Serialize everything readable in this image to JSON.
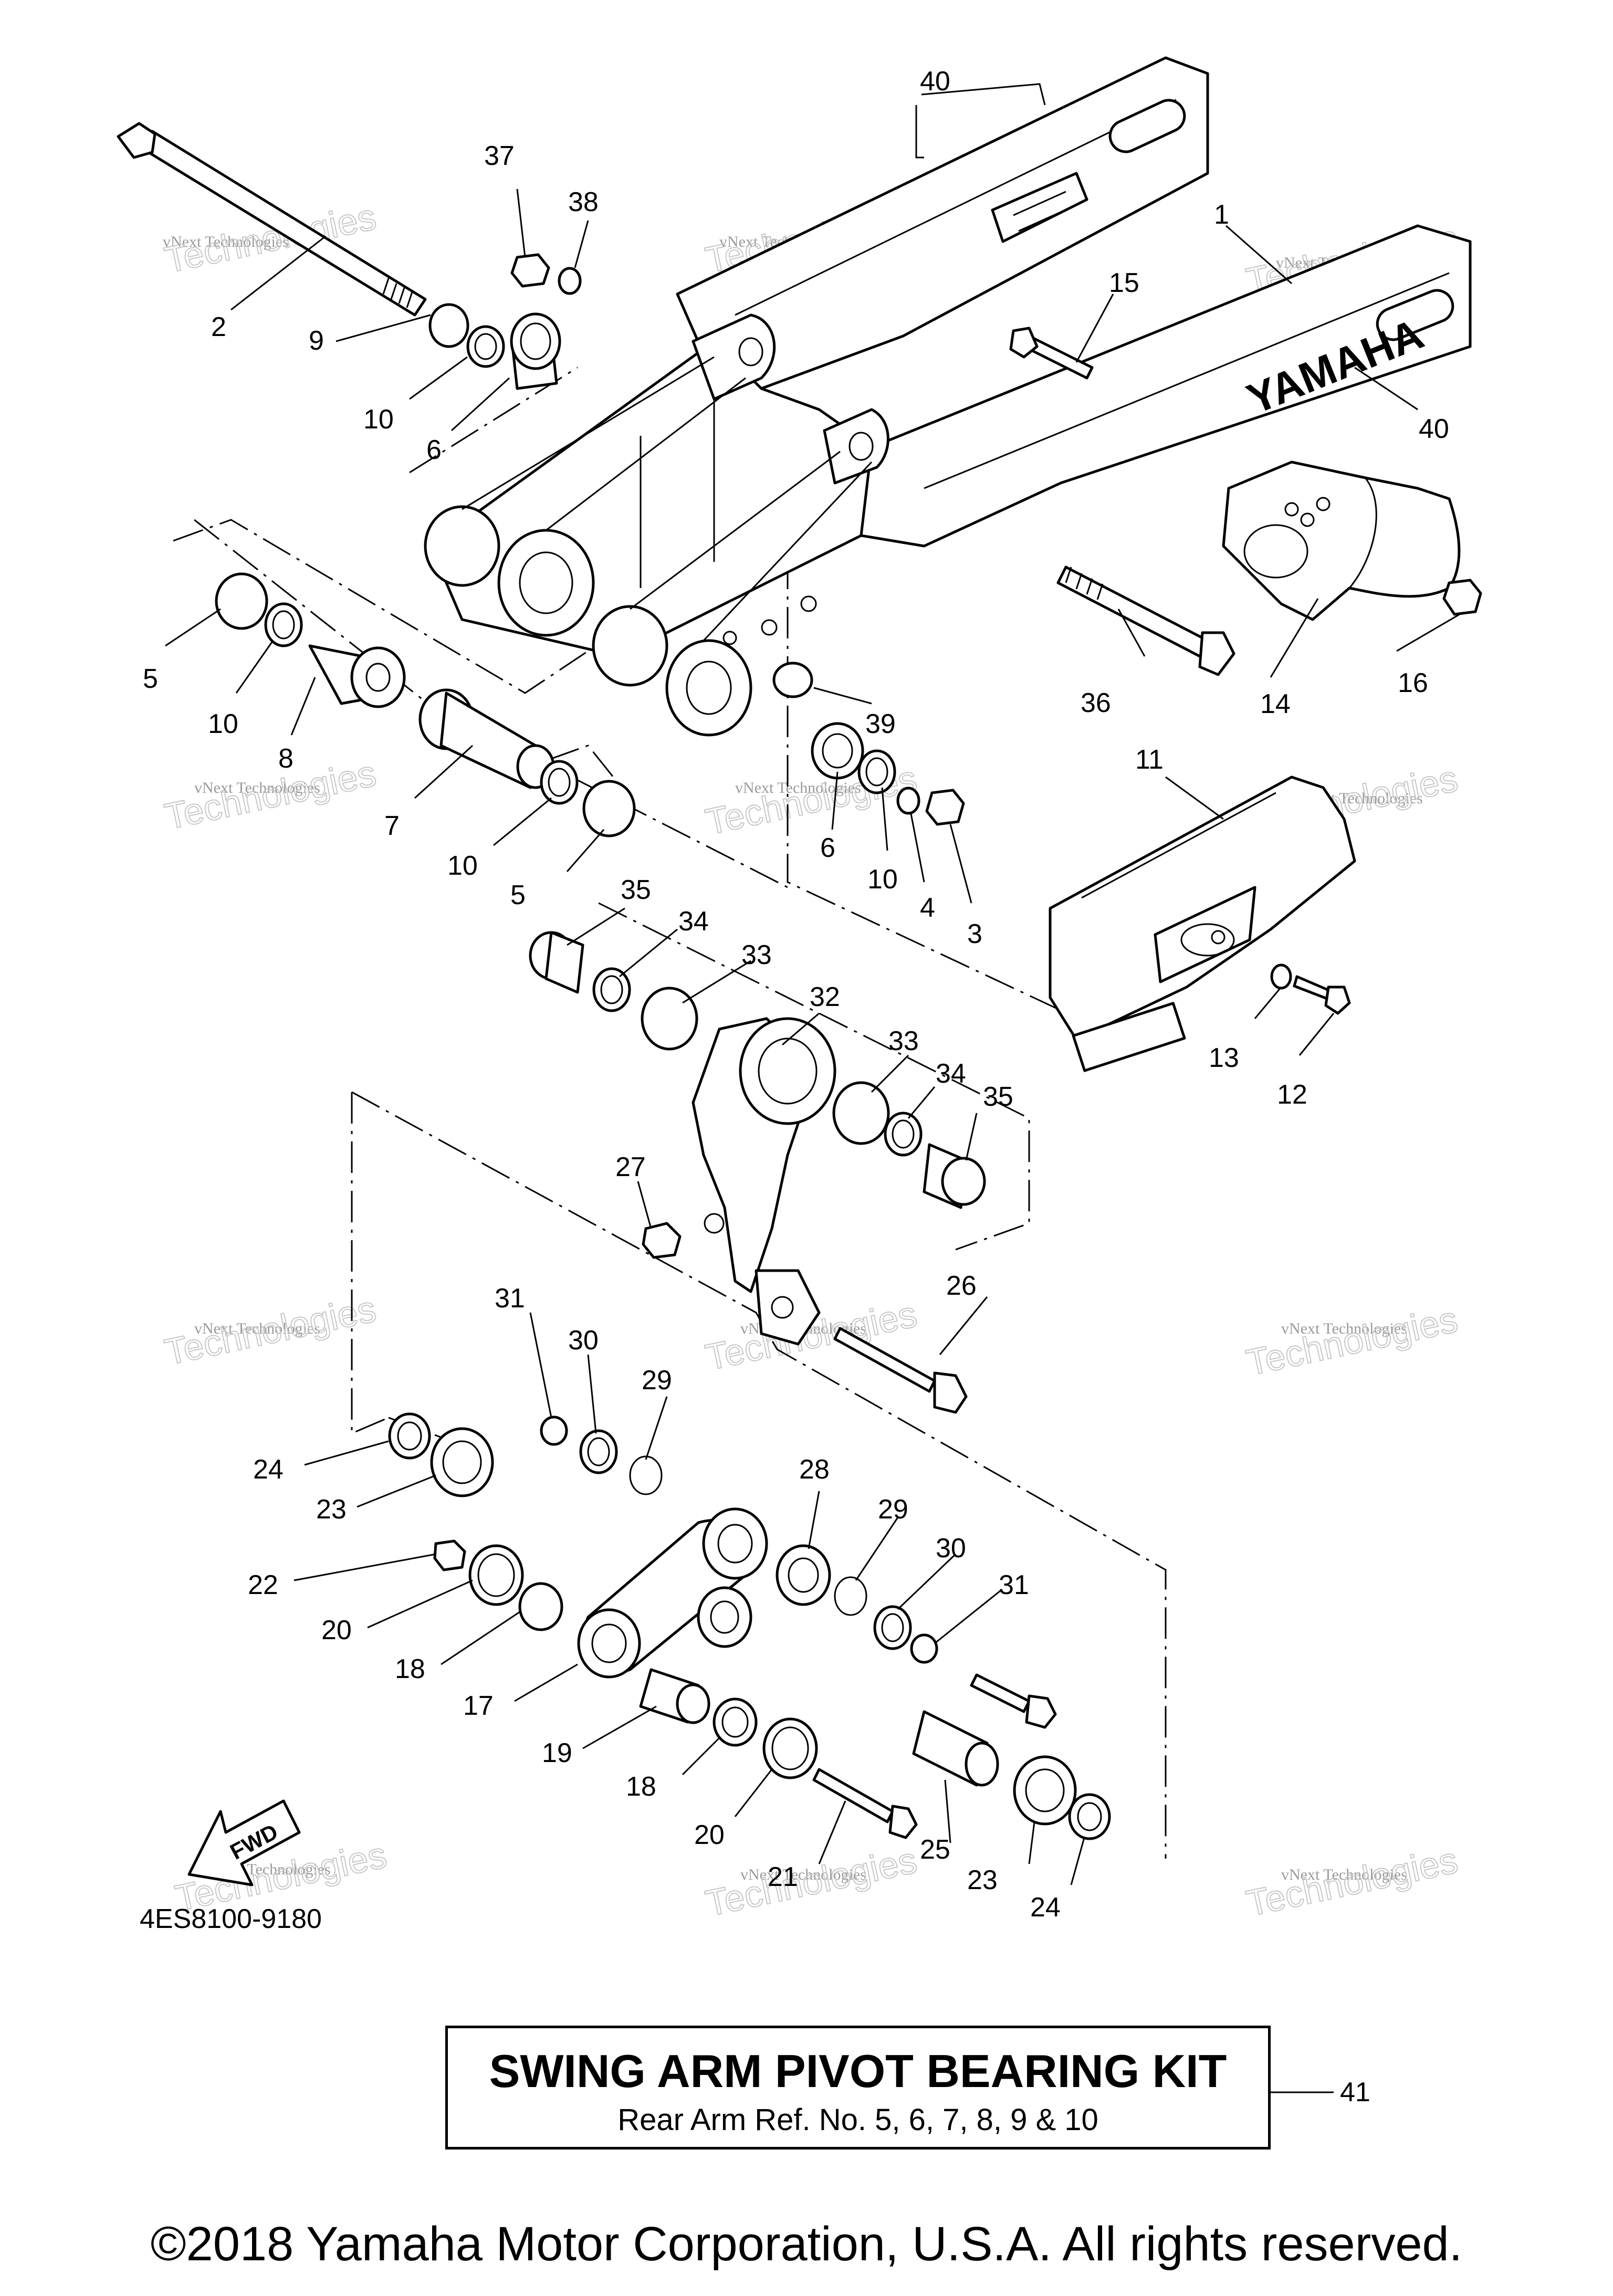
{
  "diagram": {
    "code": "4ES8100-9180",
    "brand_mark": "YAMAHA",
    "fwd_label": "FWD",
    "watermark": {
      "line1": "vNext Technologies",
      "big": "Technologies",
      "small_top": "vNext"
    },
    "kit": {
      "title": "SWING ARM PIVOT BEARING KIT",
      "subtitle": "Rear Arm Ref. No. 5, 6, 7, 8, 9 & 10",
      "ref": "41"
    },
    "copyright": "©2018 Yamaha Motor Corporation, U.S.A. All rights reserved."
  },
  "callouts": [
    {
      "id": "c40a",
      "label": "40"
    },
    {
      "id": "c37",
      "label": "37"
    },
    {
      "id": "c38",
      "label": "38"
    },
    {
      "id": "c1",
      "label": "1"
    },
    {
      "id": "c2",
      "label": "2"
    },
    {
      "id": "c15",
      "label": "15"
    },
    {
      "id": "c9",
      "label": "9"
    },
    {
      "id": "c10a",
      "label": "10"
    },
    {
      "id": "c6a",
      "label": "6"
    },
    {
      "id": "c40b",
      "label": "40"
    },
    {
      "id": "c5a",
      "label": "5"
    },
    {
      "id": "c10b",
      "label": "10"
    },
    {
      "id": "c8",
      "label": "8"
    },
    {
      "id": "c39",
      "label": "39"
    },
    {
      "id": "c36",
      "label": "36"
    },
    {
      "id": "c14",
      "label": "14"
    },
    {
      "id": "c16",
      "label": "16"
    },
    {
      "id": "c7",
      "label": "7"
    },
    {
      "id": "c10c",
      "label": "10"
    },
    {
      "id": "c5b",
      "label": "5"
    },
    {
      "id": "c6b",
      "label": "6"
    },
    {
      "id": "c10d",
      "label": "10"
    },
    {
      "id": "c4",
      "label": "4"
    },
    {
      "id": "c3",
      "label": "3"
    },
    {
      "id": "c11",
      "label": "11"
    },
    {
      "id": "c35a",
      "label": "35"
    },
    {
      "id": "c34a",
      "label": "34"
    },
    {
      "id": "c33a",
      "label": "33"
    },
    {
      "id": "c32",
      "label": "32"
    },
    {
      "id": "c33b",
      "label": "33"
    },
    {
      "id": "c34b",
      "label": "34"
    },
    {
      "id": "c35b",
      "label": "35"
    },
    {
      "id": "c27",
      "label": "27"
    },
    {
      "id": "c13",
      "label": "13"
    },
    {
      "id": "c12",
      "label": "12"
    },
    {
      "id": "c31a",
      "label": "31"
    },
    {
      "id": "c30a",
      "label": "30"
    },
    {
      "id": "c29a",
      "label": "29"
    },
    {
      "id": "c26",
      "label": "26"
    },
    {
      "id": "c24a",
      "label": "24"
    },
    {
      "id": "c23a",
      "label": "23"
    },
    {
      "id": "c28",
      "label": "28"
    },
    {
      "id": "c29b",
      "label": "29"
    },
    {
      "id": "c30b",
      "label": "30"
    },
    {
      "id": "c31b",
      "label": "31"
    },
    {
      "id": "c22",
      "label": "22"
    },
    {
      "id": "c20a",
      "label": "20"
    },
    {
      "id": "c18a",
      "label": "18"
    },
    {
      "id": "c17",
      "label": "17"
    },
    {
      "id": "c19",
      "label": "19"
    },
    {
      "id": "c18b",
      "label": "18"
    },
    {
      "id": "c20b",
      "label": "20"
    },
    {
      "id": "c21",
      "label": "21"
    },
    {
      "id": "c25",
      "label": "25"
    },
    {
      "id": "c23b",
      "label": "23"
    },
    {
      "id": "c24b",
      "label": "24"
    }
  ]
}
